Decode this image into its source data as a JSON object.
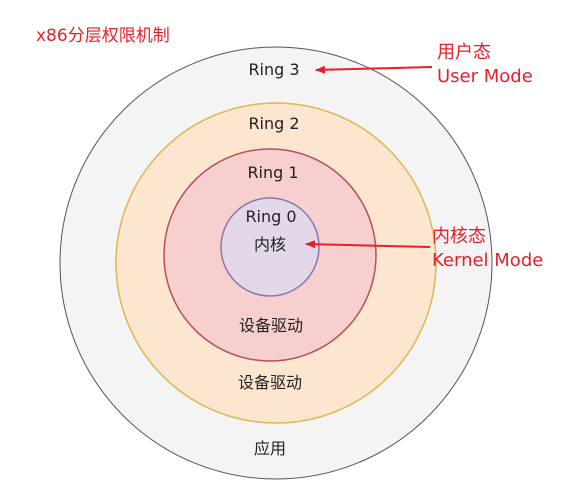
{
  "title": "x86分层权限机制",
  "rings": {
    "ring3": {
      "label": "Ring 3",
      "content": "应用",
      "fill": "#f4f4f4",
      "stroke": "#555555"
    },
    "ring2": {
      "label": "Ring 2",
      "content": "设备驱动",
      "fill": "#fde6cf",
      "stroke": "#d9b84d"
    },
    "ring1": {
      "label": "Ring 1",
      "content": "设备驱动",
      "fill": "#f6cfce",
      "stroke": "#b3505a"
    },
    "ring0": {
      "label": "Ring 0",
      "content": "内核",
      "fill": "#e2d8ea",
      "stroke": "#8a78a8"
    }
  },
  "annotations": {
    "user_mode": {
      "line1": "用户态",
      "line2": "User Mode"
    },
    "kernel_mode": {
      "line1": "内核态",
      "line2": "Kernel Mode"
    }
  },
  "colors": {
    "accent": "#e8202a"
  }
}
